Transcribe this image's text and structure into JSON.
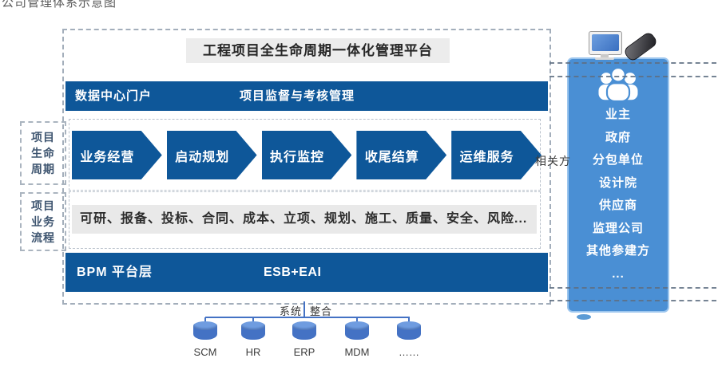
{
  "page": {
    "caption_clipped": "公司管理体系示意图"
  },
  "platform": {
    "title": "工程项目全生命周期一体化管理平台",
    "portal_bar": {
      "left": "数据中心门户",
      "center": "项目监督与考核管理"
    },
    "lifecycle": {
      "side_label": {
        "l1": "项目",
        "l2": "生命",
        "l3": "周期"
      },
      "stages": [
        "业务经营",
        "启动规划",
        "执行监控",
        "收尾结算",
        "运维服务"
      ]
    },
    "process": {
      "side_label": {
        "l1": "项目",
        "l2": "业务",
        "l3": "流程"
      },
      "items_text": "可研、报备、投标、合同、成本、立项、规划、施工、质量、安全、风险..."
    },
    "bpm_bar": {
      "left": "BPM  平台层",
      "center": "ESB+EAI"
    }
  },
  "stakeholders": {
    "label": "相关方",
    "icon": "people-group-icon",
    "items": [
      "业主",
      "政府",
      "分包单位",
      "设计院",
      "供应商",
      "监理公司",
      "其他参建方",
      "..."
    ]
  },
  "integration": {
    "label_left": "系统",
    "label_right": "整合",
    "systems": [
      "SCM",
      "HR",
      "ERP",
      "MDM",
      "……"
    ]
  },
  "icons": {
    "desktop": "desktop-computer-icon",
    "phone": "smartphone-icon",
    "people": "people-group-icon"
  },
  "colors": {
    "dark_blue": "#0e5799",
    "panel_blue": "#4a8fd4",
    "cylinder_blue": "#4472c4"
  }
}
